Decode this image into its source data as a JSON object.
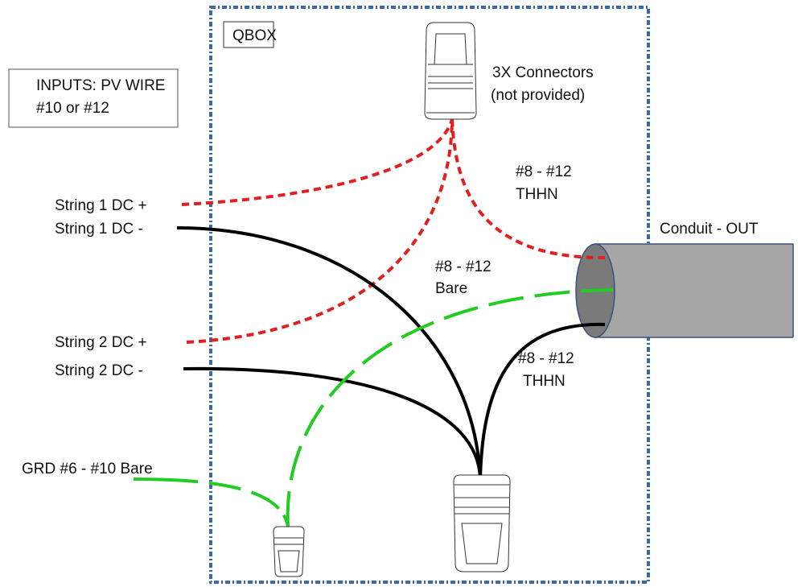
{
  "box_label": "QBOX",
  "inputs_note": {
    "line1": "INPUTS: PV WIRE",
    "line2": "#10 or #12"
  },
  "connectors_note": {
    "line1": "3X Connectors",
    "line2": "(not provided)"
  },
  "thhn_top": {
    "line1": "#8 - #12",
    "line2": "THHN"
  },
  "bare_mid": {
    "line1": "#8 - #12",
    "line2": "Bare"
  },
  "thhn_bottom": {
    "line1": "#8 - #12",
    "line2": "THHN"
  },
  "conduit_label": "Conduit - OUT",
  "inputs": {
    "string1_pos": "String 1 DC +",
    "string1_neg": "String 1 DC -",
    "string2_pos": "String 2 DC +",
    "string2_neg": "String 2 DC -",
    "ground": "GRD #6 - #10 Bare"
  },
  "colors": {
    "box_border": "#3a6aa8",
    "positive_wire": "#e02020",
    "negative_wire": "#000000",
    "ground_wire": "#22cc22",
    "conduit_fill": "#a6a6a6",
    "conduit_end": "#7a7a7a",
    "conduit_edge": "#3d4f7a"
  }
}
